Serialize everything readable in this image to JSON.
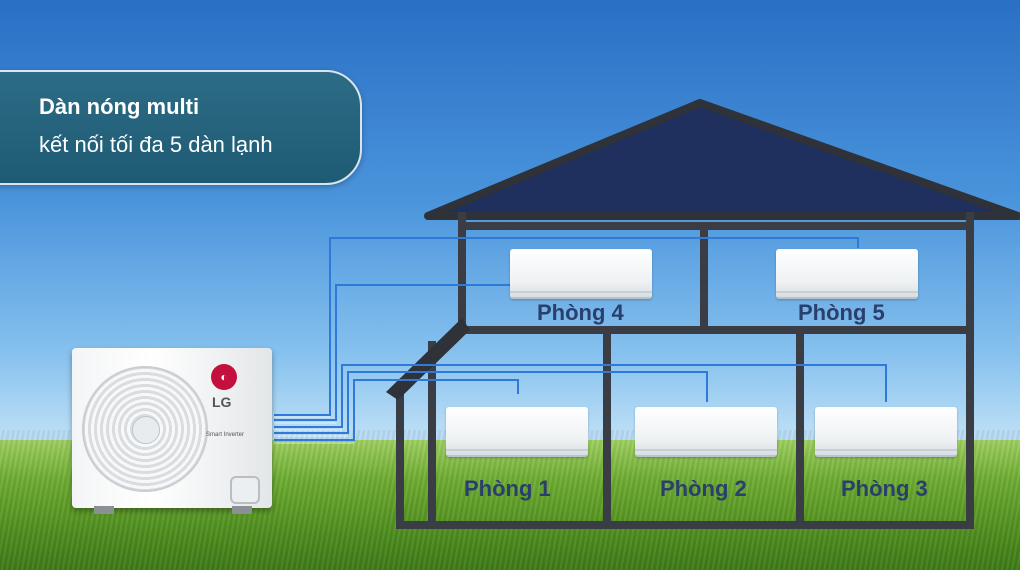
{
  "callout": {
    "title": "Dàn nóng multi",
    "subtitle": "kết nối tối đa 5 dàn lạnh"
  },
  "outdoor_unit": {
    "brand": "LG",
    "label": "Smart Inverter",
    "brand_color": "#c4103c"
  },
  "rooms": [
    {
      "label": "Phòng 1"
    },
    {
      "label": "Phòng 2"
    },
    {
      "label": "Phòng 3"
    },
    {
      "label": "Phòng 4"
    },
    {
      "label": "Phòng 5"
    }
  ],
  "colors": {
    "roof": "#1f2f5e",
    "house_frame": "#3a3d44",
    "pipe": "#2f7ad8",
    "room_text": "#2a3f6c"
  }
}
